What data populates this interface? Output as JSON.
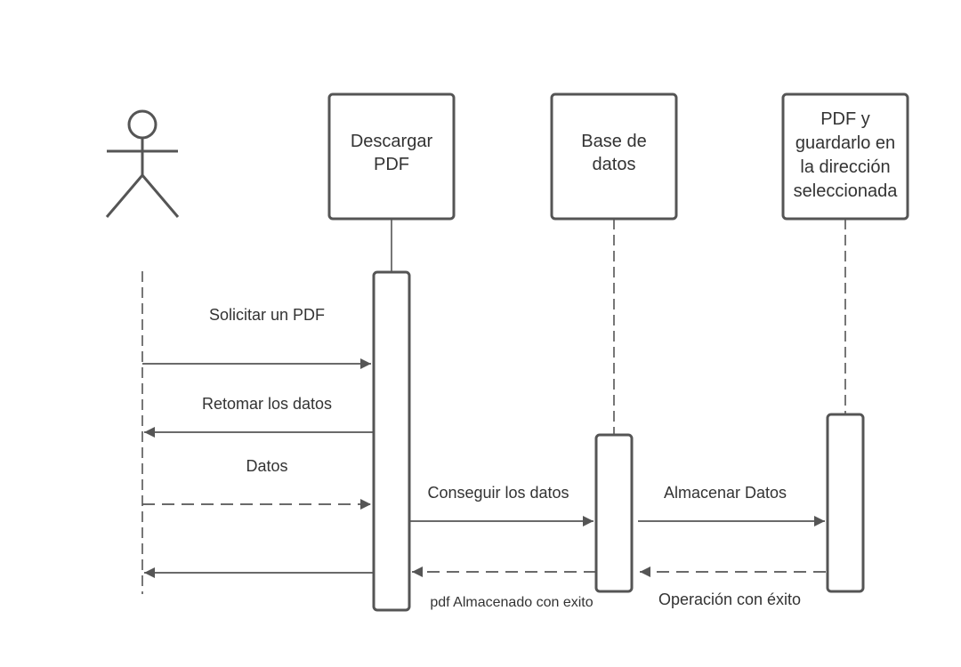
{
  "participants": {
    "descargar": {
      "line1": "Descargar",
      "line2": "PDF"
    },
    "base": {
      "line1": "Base de",
      "line2": "datos"
    },
    "guardar": {
      "line1": "PDF y",
      "line2": "guardarlo en",
      "line3": "la dirección",
      "line4": "seleccionada"
    }
  },
  "messages": {
    "solicitar": "Solicitar un PDF",
    "retomar": "Retomar los datos",
    "datos": "Datos",
    "conseguir": "Conseguir los datos",
    "almacenar": "Almacenar Datos",
    "pdf_almacenado": "pdf Almacenado con exito",
    "operacion": "Operación con éxito"
  },
  "colors": {
    "stroke": "#555555",
    "text": "#333333"
  }
}
